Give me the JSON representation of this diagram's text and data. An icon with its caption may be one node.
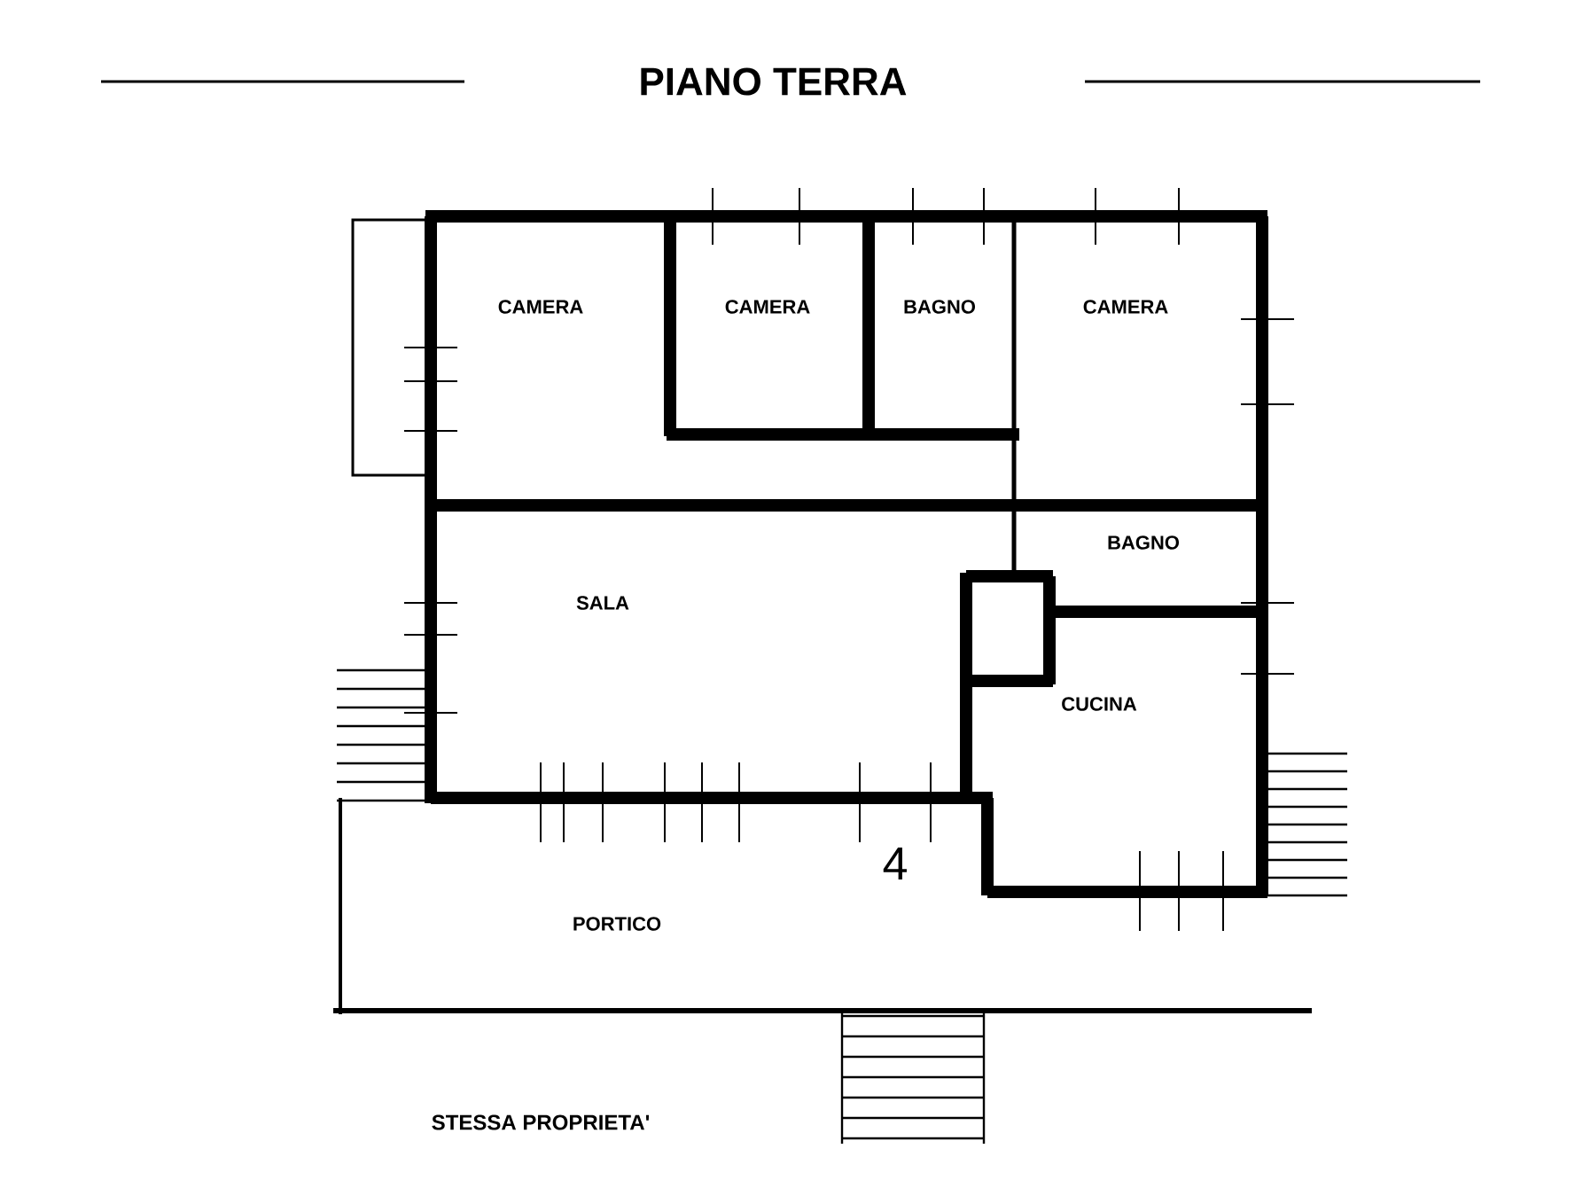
{
  "diagram": {
    "title": "PIANO TERRA",
    "nodes": [
      {
        "text": [
          "CAMERA"
        ]
      },
      {
        "text": [
          "CAMERA"
        ]
      },
      {
        "text": [
          "BAGNO"
        ]
      },
      {
        "text": [
          "CAMERA"
        ]
      },
      {
        "text": [
          "BAGNO"
        ]
      },
      {
        "text": [
          "SALA"
        ]
      },
      {
        "text": [
          "CUCINA"
        ]
      },
      {
        "text": [
          "PORTICO"
        ]
      }
    ],
    "edges": [],
    "labels": [
      "4",
      "STESSA PROPRIETA'"
    ]
  }
}
